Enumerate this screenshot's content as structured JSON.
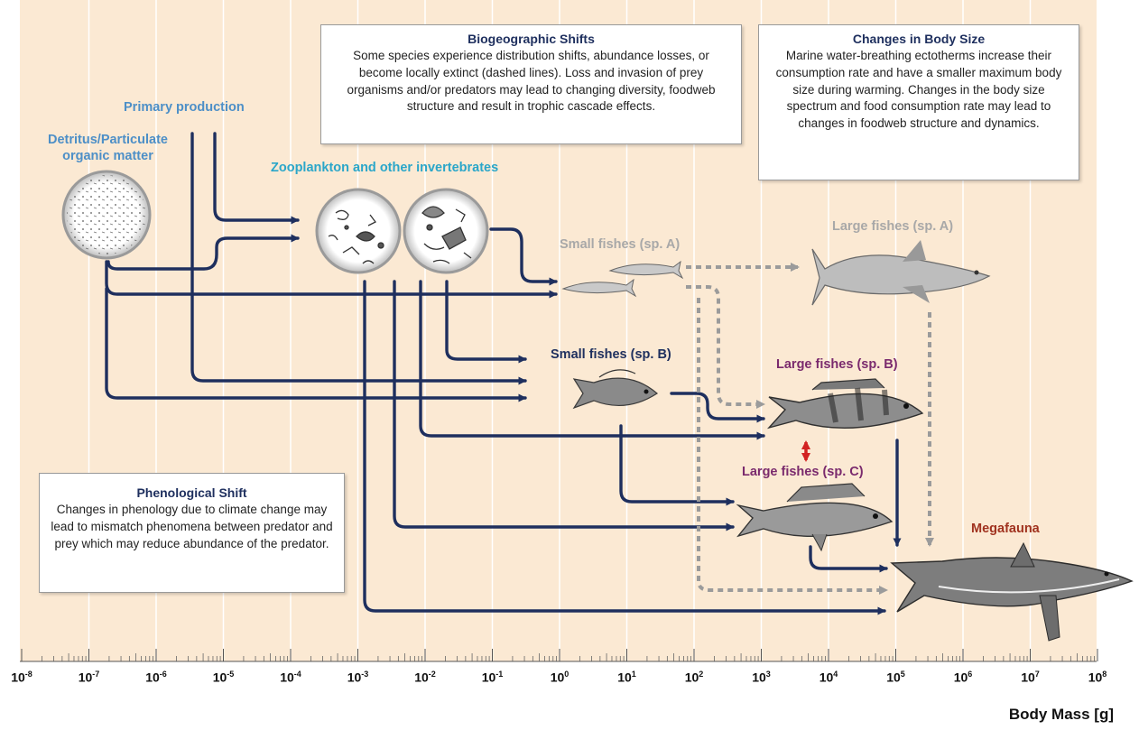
{
  "colors": {
    "background": "#fbe9d3",
    "arrow": "#1e2f5e",
    "dashed": "#9b9b9b",
    "blue_label": "#4d8fc7",
    "cyan_label": "#2aa6c9",
    "grey_label": "#a8a8a8",
    "purple_label": "#7a2a6d",
    "red_label": "#a0321f",
    "double_arrow": "#d22222"
  },
  "axis": {
    "title": "Body Mass [g]",
    "tick_labels": [
      {
        "base": "10",
        "exp": "-8"
      },
      {
        "base": "10",
        "exp": "-7"
      },
      {
        "base": "10",
        "exp": "-6"
      },
      {
        "base": "10",
        "exp": "-5"
      },
      {
        "base": "10",
        "exp": "-4"
      },
      {
        "base": "10",
        "exp": "-3"
      },
      {
        "base": "10",
        "exp": "-2"
      },
      {
        "base": "10",
        "exp": "-1"
      },
      {
        "base": "10",
        "exp": "0"
      },
      {
        "base": "10",
        "exp": "1"
      },
      {
        "base": "10",
        "exp": "2"
      },
      {
        "base": "10",
        "exp": "3"
      },
      {
        "base": "10",
        "exp": "4"
      },
      {
        "base": "10",
        "exp": "5"
      },
      {
        "base": "10",
        "exp": "6"
      },
      {
        "base": "10",
        "exp": "7"
      },
      {
        "base": "10",
        "exp": "8"
      }
    ]
  },
  "labels": {
    "primary_production": "Primary production",
    "detritus_line1": "Detritus/Particulate",
    "detritus_line2": "organic matter",
    "zooplankton": "Zooplankton and other invertebrates",
    "small_fish_a": "Small fishes (sp. A)",
    "large_fish_a": "Large fishes (sp. A)",
    "small_fish_b": "Small fishes (sp. B)",
    "large_fish_b": "Large fishes (sp. B)",
    "large_fish_c": "Large fishes (sp. C)",
    "megafauna": "Megafauna"
  },
  "boxes": {
    "biogeographic": {
      "title": "Biogeographic Shifts",
      "text": "Some species experience distribution shifts, abundance losses, or become locally extinct (dashed lines). Loss and invasion of prey organisms and/or predators may lead to changing diversity, foodweb structure and result in trophic cascade effects."
    },
    "body_size": {
      "title": "Changes in Body Size",
      "text": "Marine water-breathing ectotherms increase their consumption rate and have a  smaller maximum body size during warming. Changes in the body size spectrum and food consumption rate may lead to changes in foodweb structure and dynamics."
    },
    "phenological": {
      "title": "Phenological Shift",
      "text": "Changes in phenology due to climate change may lead to mismatch phenomena between predator and prey which may reduce abundance of the predator."
    }
  },
  "organisms": {
    "detritus": "detritus-particles-icon",
    "zoo1": "zooplankton-icon",
    "zoo2": "invertebrates-icon",
    "small_fish_a": "anchovy-icon",
    "large_fish_a": "tuna-icon",
    "small_fish_b": "reef-fish-icon",
    "large_fish_b": "grouper-icon",
    "large_fish_c": "snapper-icon",
    "megafauna": "shark-icon"
  }
}
